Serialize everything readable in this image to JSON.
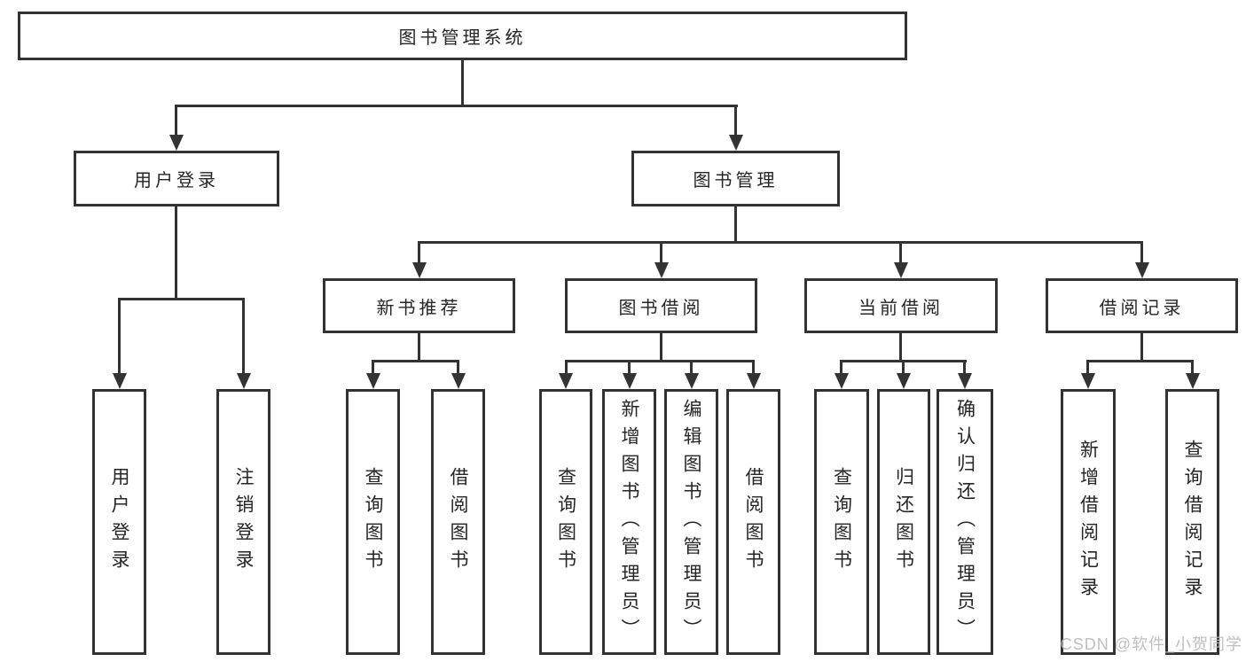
{
  "diagram": {
    "root": {
      "label": "图书管理系统"
    },
    "level2": [
      {
        "label": "用户登录"
      },
      {
        "label": "图书管理"
      }
    ],
    "level3": [
      {
        "label": "新书推荐"
      },
      {
        "label": "图书借阅"
      },
      {
        "label": "当前借阅"
      },
      {
        "label": "借阅记录"
      }
    ],
    "leaves": {
      "user_login": [
        "用户登录",
        "注销登录"
      ],
      "new_book_recommend": [
        "查询图书",
        "借阅图书"
      ],
      "book_borrowing": [
        "查询图书",
        "新增图书（管理员）",
        "编辑图书（管理员）",
        "借阅图书"
      ],
      "current_borrowing": [
        "查询图书",
        "归还图书",
        "确认归还（管理员）"
      ],
      "borrowing_records": [
        "新增借阅记录",
        "查询借阅记录"
      ]
    }
  },
  "watermark": "CSDN @软件_小贺同学",
  "colors": {
    "line": "#333333",
    "text": "#252525",
    "background": "#ffffff",
    "watermark": "#bcbcbc"
  }
}
